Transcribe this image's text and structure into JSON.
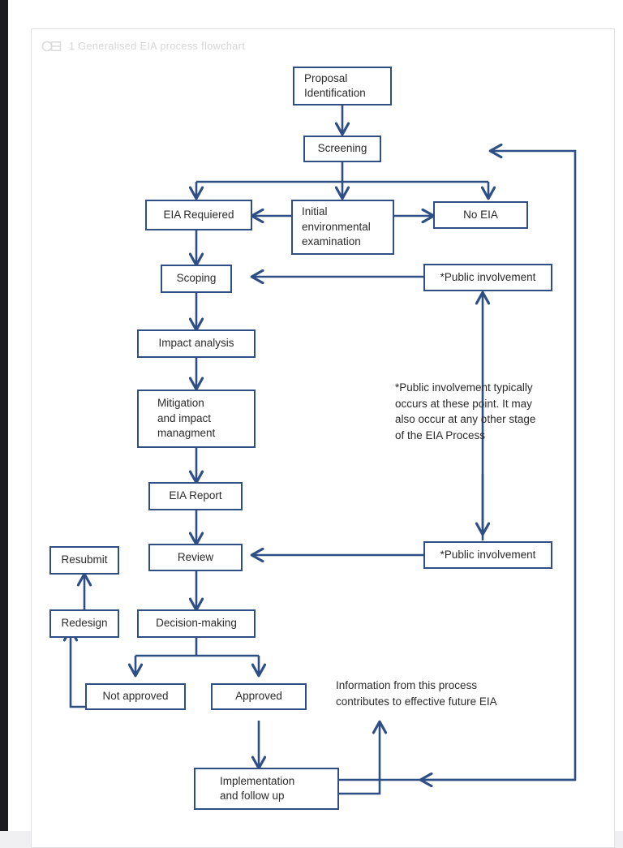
{
  "header": {
    "icon": "figure-marker-icon",
    "title": "1 Generalised EIA process flowchart"
  },
  "colors": {
    "node_border": "#2e4f85",
    "edge": "#2e4f85",
    "text": "#2b2b2b",
    "header_text": "#d6d6d8",
    "page_background": "#ffffff",
    "card_border": "#e2e2e4"
  },
  "chart_data": {
    "type": "diagram",
    "title": "1 Generalised EIA process flowchart",
    "nodes": [
      {
        "id": "proposal",
        "label": "Proposal\nIdentification"
      },
      {
        "id": "screening",
        "label": "Screening"
      },
      {
        "id": "eia_req",
        "label": "EIA Requiered"
      },
      {
        "id": "iee",
        "label": "Initial\nenvironmental\nexamination"
      },
      {
        "id": "no_eia",
        "label": "No EIA"
      },
      {
        "id": "scoping",
        "label": "Scoping"
      },
      {
        "id": "public1",
        "label": "*Public involvement"
      },
      {
        "id": "impact",
        "label": "Impact analysis"
      },
      {
        "id": "mitigation",
        "label": "Mitigation\nand impact\nmanagment"
      },
      {
        "id": "report",
        "label": "EIA Report"
      },
      {
        "id": "review",
        "label": "Review"
      },
      {
        "id": "public2",
        "label": "*Public involvement"
      },
      {
        "id": "resubmit",
        "label": "Resubmit"
      },
      {
        "id": "redesign",
        "label": "Redesign"
      },
      {
        "id": "decision",
        "label": "Decision-making"
      },
      {
        "id": "not_approved",
        "label": "Not approved"
      },
      {
        "id": "approved",
        "label": "Approved"
      },
      {
        "id": "implement",
        "label": "Implementation\nand follow up"
      }
    ],
    "annotations": [
      {
        "id": "note_public",
        "text": "*Public involvement typically\noccurs at these point. It may\nalso occur at any other stage\nof the EIA Process"
      },
      {
        "id": "note_feedback",
        "text": "Information from this process\ncontributes to effective future EIA"
      }
    ],
    "edges": [
      {
        "from": "proposal",
        "to": "screening"
      },
      {
        "from": "screening",
        "to": "eia_req"
      },
      {
        "from": "screening",
        "to": "iee"
      },
      {
        "from": "screening",
        "to": "no_eia"
      },
      {
        "from": "iee",
        "to": "eia_req"
      },
      {
        "from": "iee",
        "to": "no_eia"
      },
      {
        "from": "eia_req",
        "to": "scoping"
      },
      {
        "from": "public1",
        "to": "scoping"
      },
      {
        "from": "scoping",
        "to": "impact"
      },
      {
        "from": "impact",
        "to": "mitigation"
      },
      {
        "from": "mitigation",
        "to": "report"
      },
      {
        "from": "report",
        "to": "review"
      },
      {
        "from": "public2",
        "to": "review"
      },
      {
        "from": "public2",
        "to": "public1"
      },
      {
        "from": "review",
        "to": "decision"
      },
      {
        "from": "decision",
        "to": "not_approved"
      },
      {
        "from": "decision",
        "to": "approved"
      },
      {
        "from": "not_approved",
        "to": "redesign"
      },
      {
        "from": "redesign",
        "to": "resubmit"
      },
      {
        "from": "approved",
        "to": "implement"
      },
      {
        "from": "implement",
        "to": "note_feedback"
      },
      {
        "from": "implement",
        "to": "screening"
      }
    ]
  }
}
